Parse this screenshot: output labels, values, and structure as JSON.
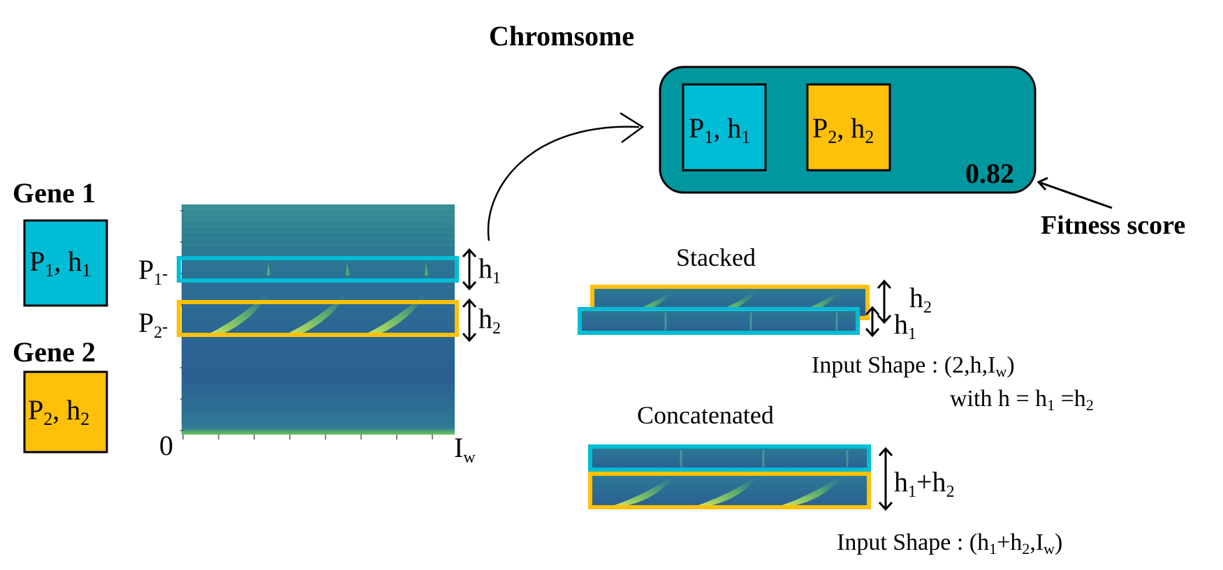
{
  "chromosome": {
    "title": "Chromsome",
    "gene1": {
      "p": "P",
      "p_sub": "1",
      "sep": ", h",
      "h_sub": "1"
    },
    "gene2": {
      "p": "P",
      "p_sub": "2",
      "sep": ", h",
      "h_sub": "2"
    },
    "score": "0.82",
    "fitness_label": "Fitness score"
  },
  "genes": {
    "gene1_title": "Gene 1",
    "gene2_title": "Gene 2",
    "gene1": {
      "p": "P",
      "p_sub": "1",
      "sep": ", h",
      "h_sub": "1"
    },
    "gene2": {
      "p": "P",
      "p_sub": "2",
      "sep": ", h",
      "h_sub": "2"
    }
  },
  "spectrogram": {
    "p1_label": "P",
    "p1_sub": "1",
    "p2_label": "P",
    "p2_sub": "2",
    "h1_label": "h",
    "h1_sub": "1",
    "h2_label": "h",
    "h2_sub": "2",
    "origin_label": "0",
    "width_label": "I",
    "width_sub": "w"
  },
  "stacked": {
    "title": "Stacked",
    "h2_label": "h",
    "h2_sub": "2",
    "h1_label": "h",
    "h1_sub": "1",
    "shape_prefix": "Input Shape : (2,h,I",
    "shape_sub": "w",
    "shape_suffix": ")",
    "with_prefix": "with h = h",
    "with_sub1": "1",
    "with_mid": " =h",
    "with_sub2": "2"
  },
  "concatenated": {
    "title": "Concatenated",
    "h_label_a": "h",
    "h_sub_a": "1",
    "h_plus": "+h",
    "h_sub_b": "2",
    "shape_prefix": "Input Shape : (h",
    "shape_sub1": "1",
    "shape_mid": "+h",
    "shape_sub2": "2",
    "shape_mid2": ",I",
    "shape_sub3": "w",
    "shape_suffix": ")"
  },
  "colors": {
    "cyan": "#00bcd4",
    "orange": "#ffc107",
    "teal": "#00979f",
    "spec_dark": "#2b5a8f",
    "spec_mid": "#2f8a93",
    "spec_bright": "#b8e04a"
  }
}
